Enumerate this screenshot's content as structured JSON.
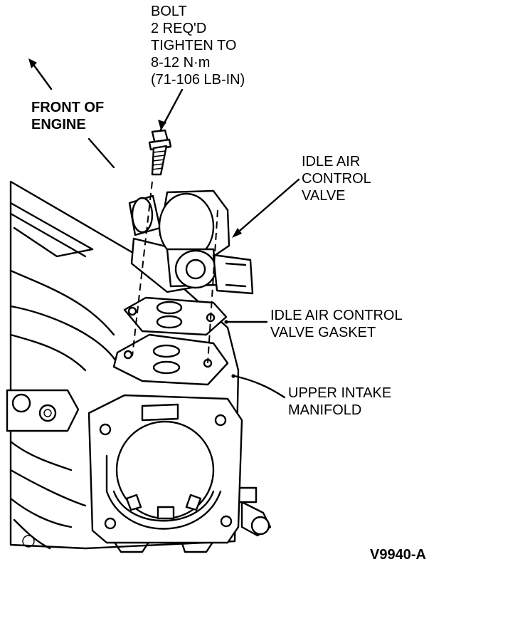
{
  "labels": {
    "bolt": [
      "BOLT",
      "2 REQ'D",
      "TIGHTEN TO",
      "8-12 N·m",
      "(71-106 LB-IN)"
    ],
    "front": [
      "FRONT OF",
      "ENGINE"
    ],
    "iac_valve": [
      "IDLE AIR",
      "CONTROL",
      "VALVE"
    ],
    "iac_gasket": [
      "IDLE AIR CONTROL",
      "VALVE GASKET"
    ],
    "manifold": [
      "UPPER INTAKE",
      "MANIFOLD"
    ]
  },
  "figure_code": "V9940-A"
}
